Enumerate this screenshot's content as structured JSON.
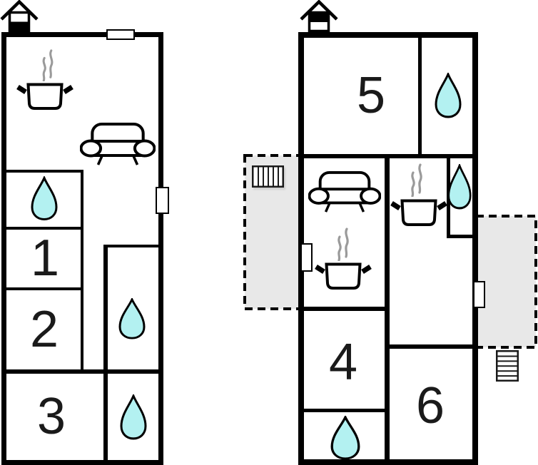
{
  "colors": {
    "wall": "#000000",
    "room_fill": "#ffffff",
    "drop_fill": "#b3f1f1",
    "terrace_fill": "#e8e8e8",
    "steam": "#9a9a9a",
    "label_color": "#1a1a1a",
    "page_bg": "#ffffff"
  },
  "unit_left": {
    "name": "left-unit",
    "rooms": {
      "room1": {
        "label": "1"
      },
      "room2": {
        "label": "2"
      },
      "room3": {
        "label": "3"
      }
    },
    "icons": {
      "chimney": "chimney-icon",
      "steam": "steam-icon",
      "cooking_pot": "cooking-pot-icon",
      "sofa": "sofa-icon",
      "water_drop": "water-drop-icon",
      "window": "window"
    }
  },
  "unit_right": {
    "name": "right-unit",
    "rooms": {
      "room4": {
        "label": "4"
      },
      "room5": {
        "label": "5"
      },
      "room6": {
        "label": "6"
      }
    },
    "icons": {
      "chimney": "chimney-icon",
      "steam": "steam-icon",
      "cooking_pot": "cooking-pot-icon",
      "sofa": "sofa-icon",
      "water_drop": "water-drop-icon",
      "window": "window",
      "terrace": "terrace",
      "radiator": "radiator-icon",
      "stairs": "stairs-icon"
    }
  }
}
